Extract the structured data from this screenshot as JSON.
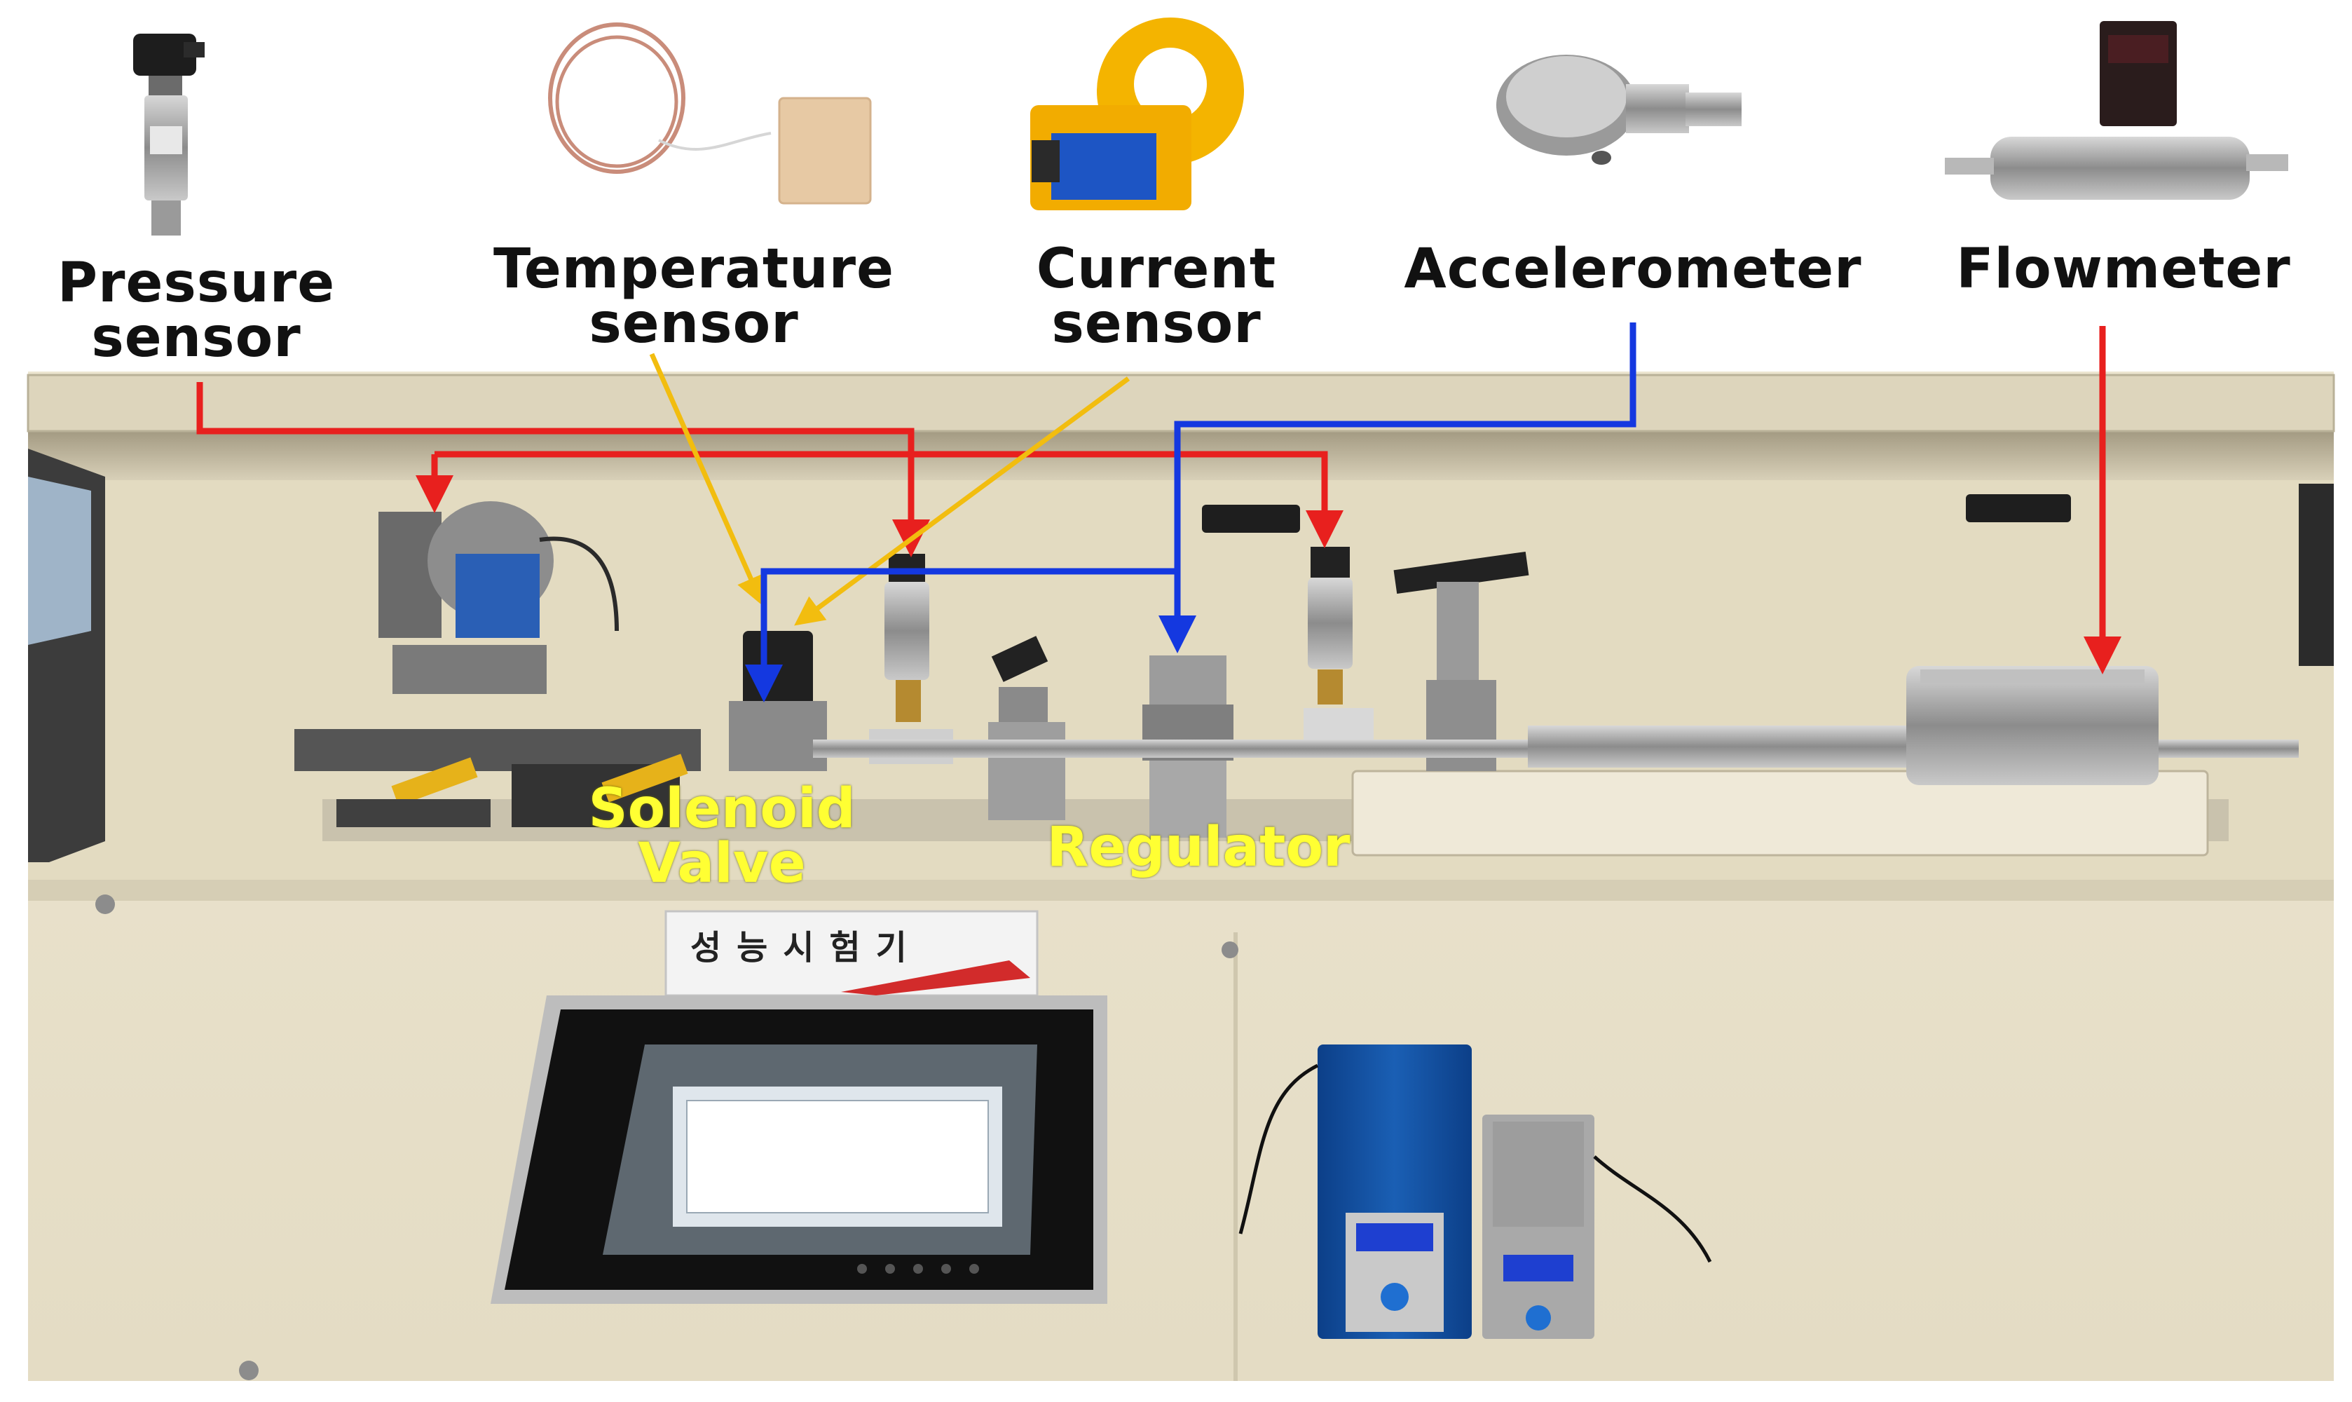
{
  "labels": {
    "pressure_sensor": "Pressure\nsensor",
    "temperature_sensor": "Temperature\nsensor",
    "current_sensor": "Current\nsensor",
    "accelerometer": "Accelerometer",
    "flowmeter": "Flowmeter",
    "solenoid_valve": "Solenoid\nValve",
    "regulator": "Regulator"
  },
  "cabinet_sign": "성능시험기",
  "colors": {
    "pressure_arrows": "#e8201e",
    "temperature_current_arrows": "#f2bd0f",
    "accelerometer_arrows": "#1438e0",
    "component_labels": "#ffff33",
    "cabinet_body": "#e9e2cc"
  }
}
